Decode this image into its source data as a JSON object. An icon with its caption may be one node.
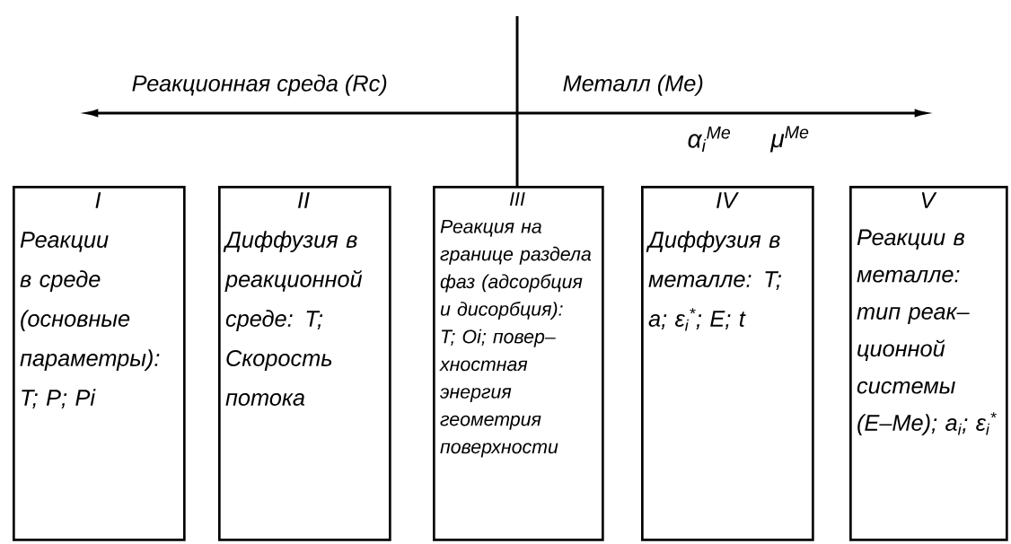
{
  "diagram": {
    "nodes": [
      {
        "text": [
          "I",
          "Реакции в среде (основные параметры): T; P; Pi"
        ]
      },
      {
        "text": [
          "II",
          "Диффузия в реакционной среде: T; Скорость потока"
        ]
      },
      {
        "text": [
          "III",
          "Реакция на границе раздела фаз (адсорбция и дисорбция): T; Oi; повер– хностная энергия геометрия поверхности"
        ]
      },
      {
        "text": [
          "IV",
          "Диффузия в металле: T; a; ε$_{i}$$^{*}$; E; t"
        ]
      },
      {
        "text": [
          "V",
          "Реакции в металле: тип реак– ционной системы (E–Me); a$_{i}$; ε$_{i}$$^{*}$"
        ]
      }
    ],
    "labels": [
      "Реакционная среда (Rc)",
      "Металл (Me)",
      "α$_{i}$$^{Me}$",
      "μ$^{Me}$"
    ]
  }
}
